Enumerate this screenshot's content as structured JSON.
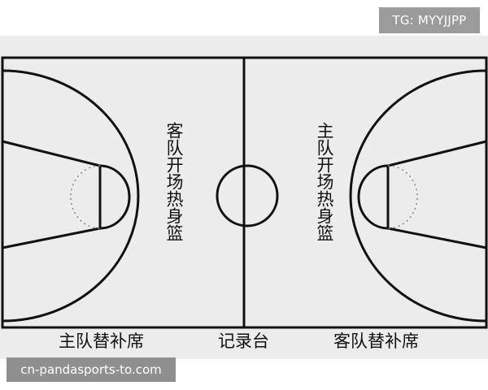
{
  "watermark": {
    "tg_label": "TG: MYYJJPP",
    "site_url": "cn-pandasports-to.com"
  },
  "court": {
    "left_zone_label": "客队开场热身篮",
    "right_zone_label": "主队开场热身篮",
    "bottom_labels": {
      "left_bench": "主队替补席",
      "scorer_table": "记录台",
      "right_bench": "客队替补席"
    }
  },
  "colors": {
    "background": "#ececec",
    "line": "#111111",
    "badge": "#9b9b9b"
  }
}
